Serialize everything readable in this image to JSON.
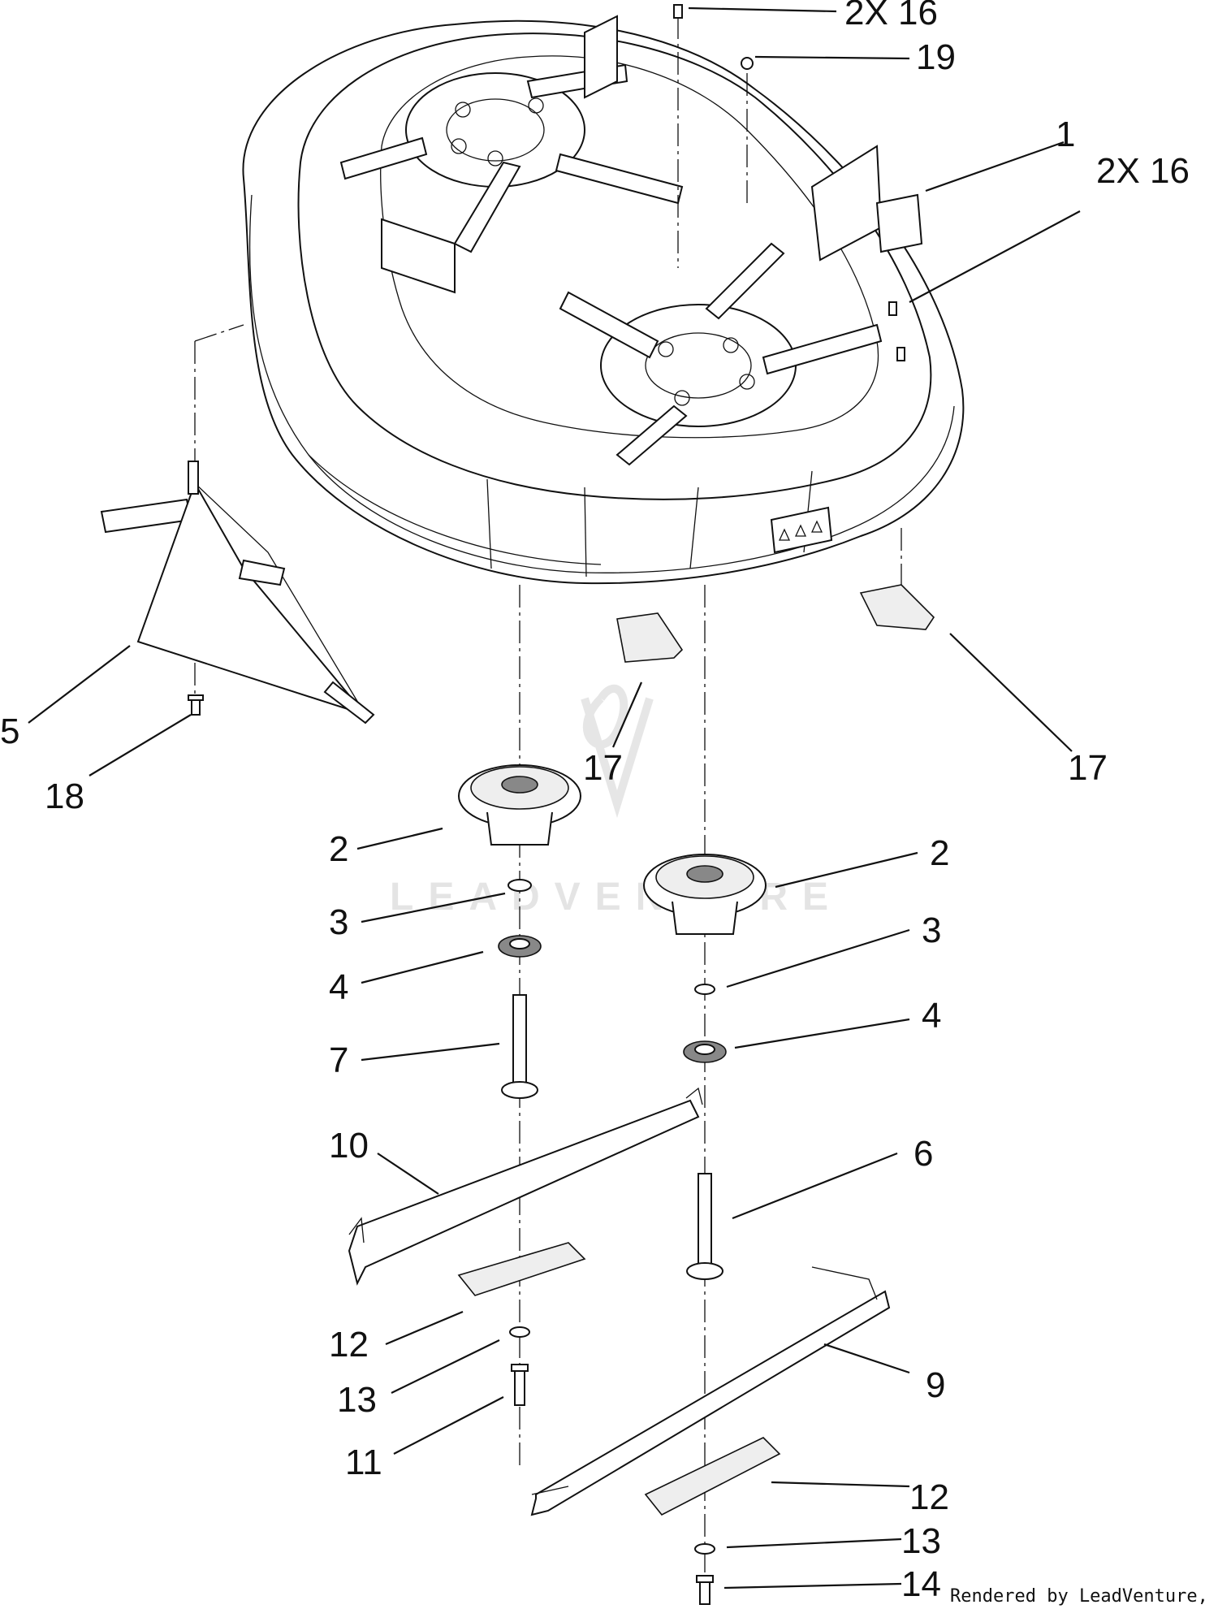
{
  "diagram": {
    "watermark": "LEADVENTURE",
    "credit": "Rendered by LeadVenture, Inc.",
    "callouts": {
      "c_2x16_top": "2X 16",
      "c_19": "19",
      "c_1": "1",
      "c_2x16_right": "2X 16",
      "c_5": "5",
      "c_18": "18",
      "c_17_mid": "17",
      "c_17_right": "17",
      "c_2_left": "2",
      "c_2_right": "2",
      "c_3_left": "3",
      "c_3_right": "3",
      "c_4_left": "4",
      "c_4_right": "4",
      "c_7": "7",
      "c_10": "10",
      "c_6": "6",
      "c_12_left": "12",
      "c_13_left": "13",
      "c_11": "11",
      "c_9": "9",
      "c_12_right": "12",
      "c_13_right": "13",
      "c_14": "14"
    }
  }
}
